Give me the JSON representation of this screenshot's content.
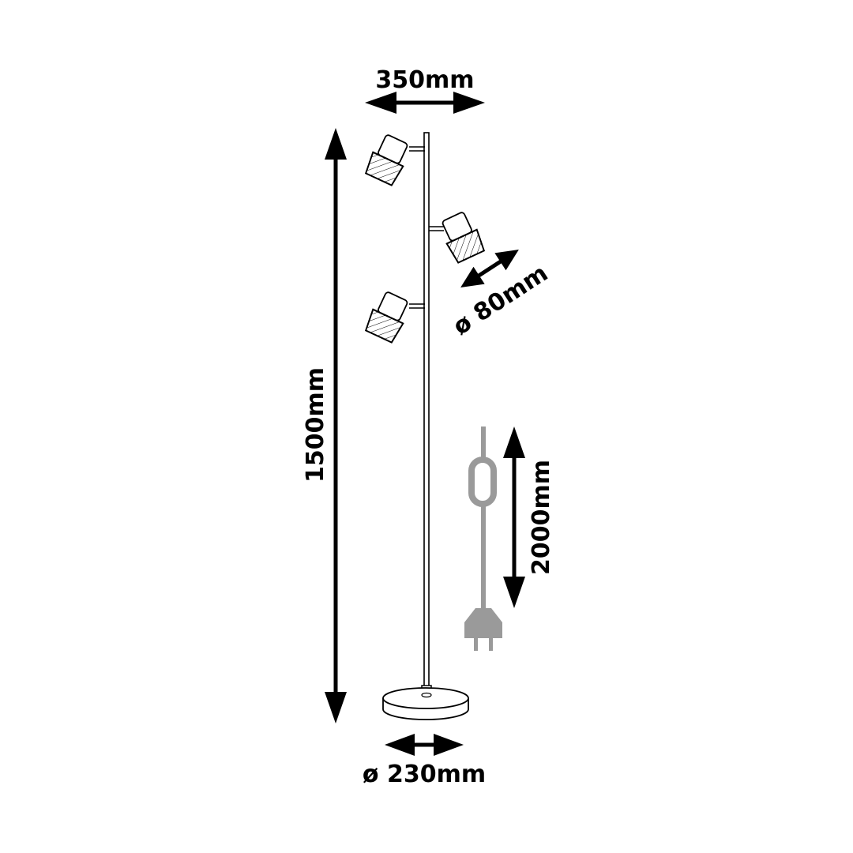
{
  "dimensions": {
    "width": "350mm",
    "height": "1500mm",
    "shade_diameter": "ø 80mm",
    "cable_length": "2000mm",
    "base_diameter": "ø 230mm"
  },
  "colors": {
    "line": "#000000",
    "cable": "#9a9a9a",
    "background": "#ffffff"
  },
  "icons": [
    "double-arrow-icon",
    "spotlight-icon",
    "plug-icon",
    "switch-icon"
  ]
}
